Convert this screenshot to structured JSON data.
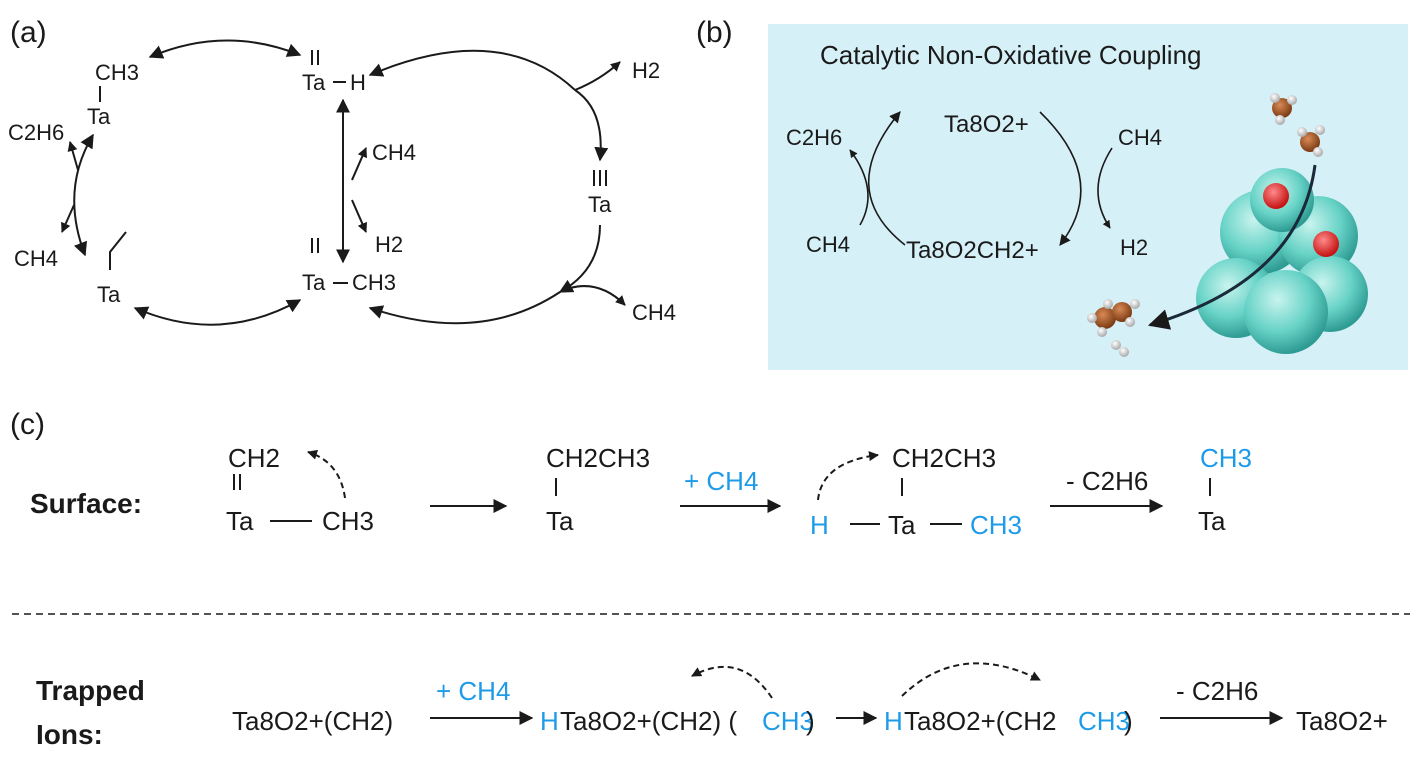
{
  "panels": {
    "a": {
      "label": "(a)"
    },
    "b": {
      "label": "(b)",
      "title": "Catalytic Non-Oxidative Coupling"
    },
    "c": {
      "label": "(c)"
    }
  },
  "species": {
    "ch3": "CH3",
    "ta": "Ta",
    "c2h6": "C2H6",
    "ch4": "CH4",
    "h2": "H2",
    "ta_h": "Ta",
    "h": "H",
    "ta_ch3": "Ta",
    "ch3b": "CH3",
    "ta_trip": "Ta",
    "ta8o2": "Ta8O2+",
    "ta8o2ch2": "Ta8O2CH2+"
  },
  "surface": {
    "row_label": "Surface:",
    "ch2": "CH2",
    "ta": "Ta",
    "ch3": "CH3",
    "ch2ch3": "CH2CH3",
    "plus_ch4": "+ CH4",
    "h": "H",
    "minus_c2h6": "- C2H6"
  },
  "trapped": {
    "row_label_1": "Trapped",
    "row_label_2": "Ions:",
    "start": "Ta8O2+(CH2)",
    "plus_ch4": "+ CH4",
    "h": "H",
    "mid1": "Ta8O2+(CH2) (",
    "ch3": "CH3",
    "close": ")",
    "mid2_a": "Ta8O2+(CH2",
    "mid2_b": "CH3",
    "mid2_c": ")",
    "minus_c2h6": "- C2H6",
    "end": "Ta8O2+"
  },
  "colors": {
    "blue": "#1e9be8",
    "panel_b_bg": "#d6f0f7"
  }
}
